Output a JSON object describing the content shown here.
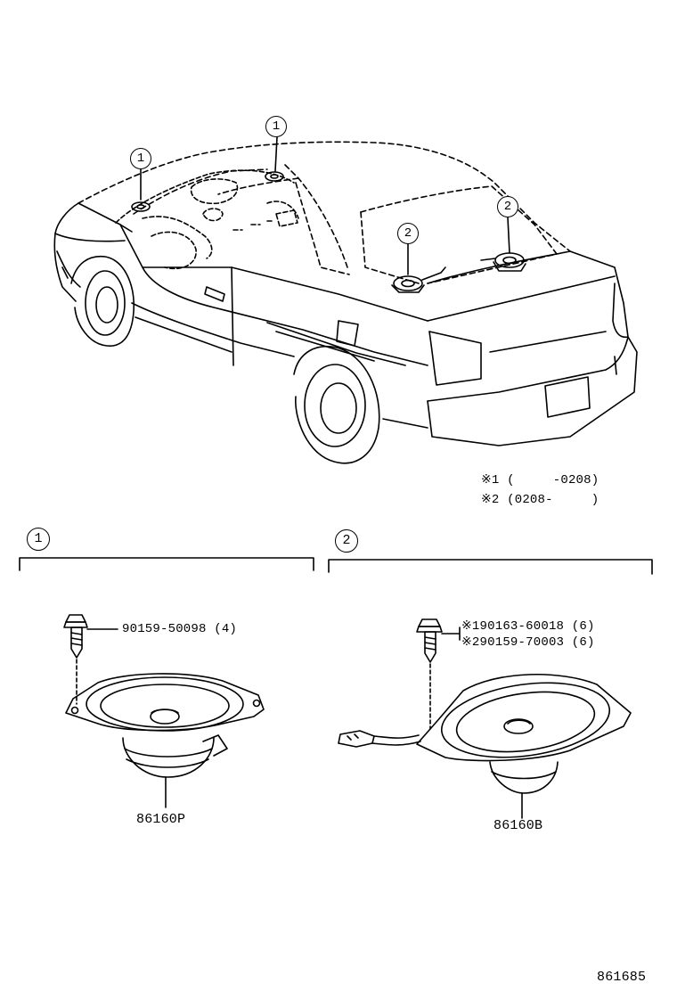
{
  "callout_markers": [
    "1",
    "2"
  ],
  "notes": {
    "note1": "※1 (     -0208)",
    "note2": "※2 (0208-     )"
  },
  "panel1": {
    "marker": "1",
    "screw_part": "90159-50098 (4)",
    "speaker_part": "86160P"
  },
  "panel2": {
    "marker": "2",
    "screw_part_1": "※190163-60018 (6)",
    "screw_part_2": "※290159-70003 (6)",
    "speaker_part": "86160B"
  },
  "catalog_number": "861685"
}
